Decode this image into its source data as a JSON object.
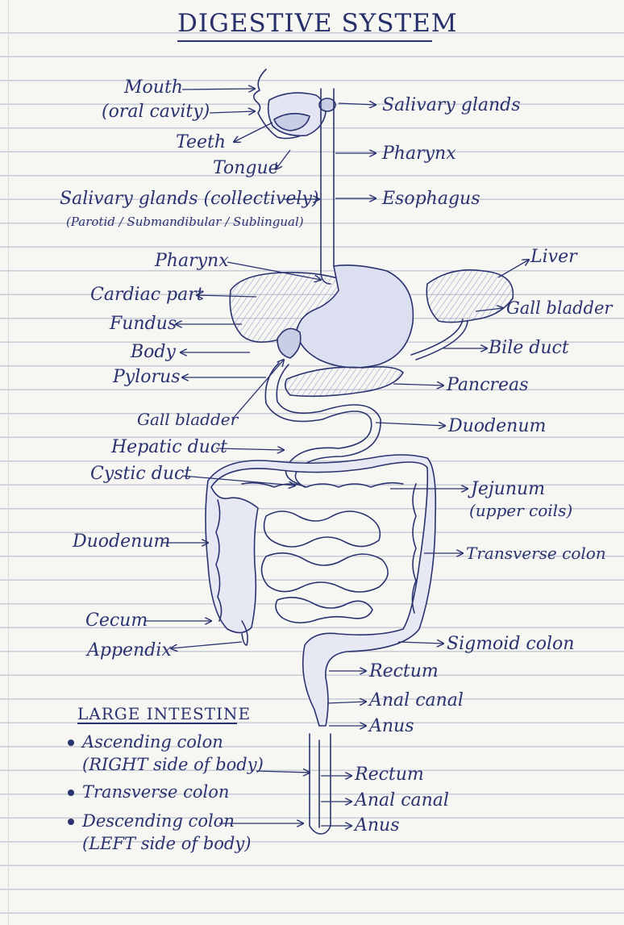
{
  "title": "DIGESTIVE SYSTEM",
  "colors": {
    "ink": "#2a3370",
    "paper": "#f6f6f2",
    "rule": "#c9ccd6",
    "organ_fill": "#d9dcef"
  },
  "labels_left": {
    "mouth": "Mouth",
    "oral_cavity": "(oral cavity)",
    "teeth": "Teeth",
    "tongue": "Tongue",
    "salivary_collective": "Salivary glands (collectively)",
    "salivary_types": "(Parotid / Submandibular / Sublingual)",
    "pharynx": "Pharynx",
    "cardiac_part": "Cardiac part",
    "fundus": "Fundus",
    "body": "Body",
    "pylorus": "Pylorus",
    "gall_bladder": "Gall bladder",
    "hepatic_duct": "Hepatic duct",
    "cystic_duct": "Cystic duct",
    "duodenum": "Duodenum",
    "cecum": "Cecum",
    "appendix": "Appendix"
  },
  "labels_right": {
    "salivary_glands": "Salivary glands",
    "pharynx": "Pharynx",
    "esophagus": "Esophagus",
    "liver": "Liver",
    "gall_bladder": "Gall bladder",
    "bile_duct": "Bile duct",
    "pancreas": "Pancreas",
    "duodenum": "Duodenum",
    "jejunum": "Jejunum",
    "jejunum_note": "(upper coils)",
    "transverse_colon": "Transverse colon",
    "sigmoid_colon": "Sigmoid colon",
    "rectum": "Rectum",
    "anal_canal": "Anal canal",
    "anus": "Anus",
    "rectum_2": "Rectum",
    "anal_canal_2": "Anal canal",
    "anus_2": "Anus"
  },
  "large_intestine": {
    "heading": "LARGE INTESTINE",
    "items": [
      {
        "line1": "Ascending colon",
        "line2": "(RIGHT side of body)"
      },
      {
        "line1": "Transverse colon",
        "line2": ""
      },
      {
        "line1": "Descending colon",
        "line2": "(LEFT side of body)"
      }
    ]
  }
}
